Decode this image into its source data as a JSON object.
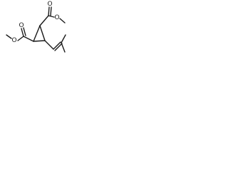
{
  "molecule": {
    "atoms": {
      "ring_top_oxygen": "O",
      "ring_top_ether_oxygen": "O",
      "left_carbonyl_oxygen": "O",
      "left_ether_oxygen": "O"
    }
  }
}
